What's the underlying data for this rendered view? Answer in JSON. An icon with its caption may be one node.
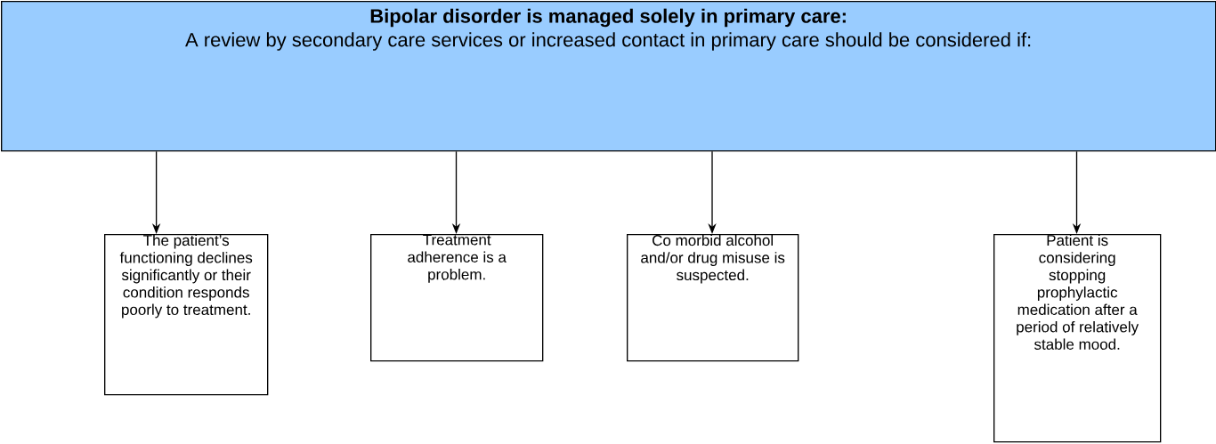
{
  "diagram": {
    "nodes": [
      {
        "text": [
          "Bipolar disorder is managed solely in primary care:",
          "A review by secondary care services or increased contact in primary care should be considered if:"
        ]
      },
      {
        "text": [
          "The patient’s functioning declines significantly or their condition responds poorly to treatment."
        ]
      },
      {
        "text": [
          "Treatment adherence is a problem."
        ]
      },
      {
        "text": [
          "Co morbid alcohol and/or drug misuse is suspected."
        ]
      },
      {
        "text": [
          "Patient is considering stopping prophylactic medication after a period of relatively stable mood."
        ]
      }
    ],
    "edges": [
      {
        "from": 0,
        "to": 1,
        "arrow": "to"
      },
      {
        "from": 0,
        "to": 2,
        "arrow": "to"
      },
      {
        "from": 0,
        "to": 3,
        "arrow": "to"
      },
      {
        "from": 0,
        "to": 4,
        "arrow": "to"
      }
    ]
  }
}
